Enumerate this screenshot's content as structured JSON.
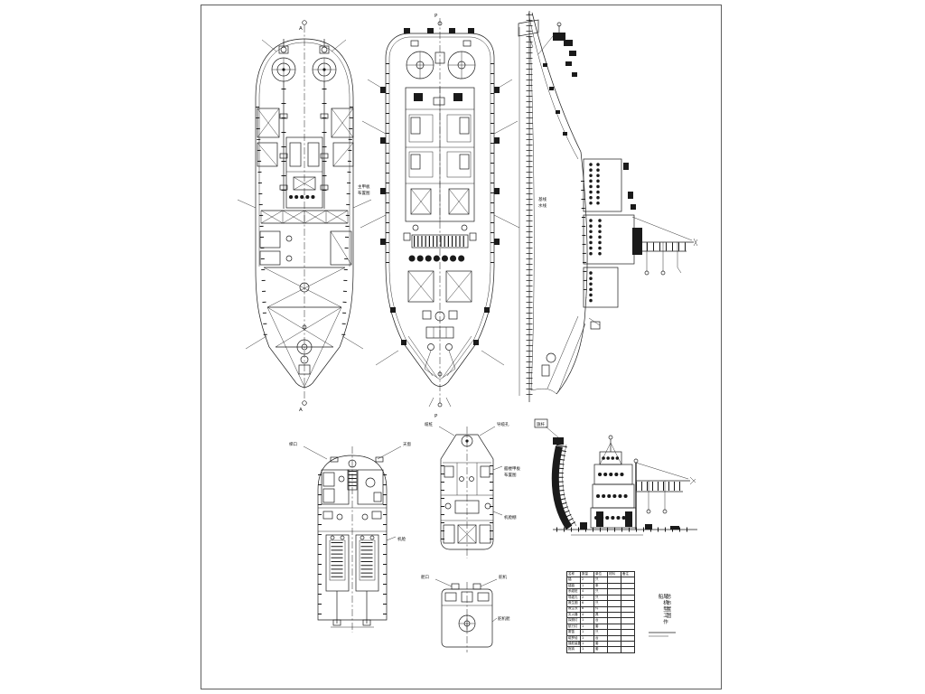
{
  "sheet": {
    "background": "#ffffff",
    "line_color": "#1a1a1a"
  },
  "view_markers": {
    "upper_plan_top": "A",
    "upper_plan_bottom": "A",
    "main_deck_top": "P",
    "main_deck_bottom": "P"
  },
  "captions": {
    "main_deck_label_1": "主甲板",
    "main_deck_label_2": "布置图",
    "profile_note_1": "基线",
    "profile_note_2": "水线",
    "engine_room_label": "机舱",
    "engine_leader_left": "梯口",
    "engine_leader_right": "天窗",
    "forecastle_label_1": "艏楼甲板",
    "forecastle_label_2": "布置图",
    "forecastle_label_3": "机舱棚",
    "forecastle_leader_left": "缆桩",
    "forecastle_leader_right": "导缆孔",
    "steering_label": "舵机舱",
    "steering_leader_left": "舱口",
    "steering_leader_right": "舵机",
    "bow_flag_note": "旗杆"
  },
  "title_block": {
    "line1": "尾机型工作船",
    "line2": "总布置图"
  },
  "table": {
    "headers": [
      "名称",
      "数量",
      "单位",
      "材料",
      "备注"
    ],
    "rows": [
      [
        "锚",
        "2",
        "只",
        "",
        ""
      ],
      [
        "锚链",
        "1",
        "条",
        "",
        ""
      ],
      [
        "系缆桩",
        "4",
        "只",
        "",
        ""
      ],
      [
        "导缆孔",
        "2",
        "只",
        "",
        ""
      ],
      [
        "救生圈",
        "6",
        "只",
        "",
        ""
      ],
      [
        "救生衣",
        "8",
        "件",
        "",
        ""
      ],
      [
        "灭火器",
        "4",
        "具",
        "",
        ""
      ],
      [
        "探照灯",
        "1",
        "台",
        "",
        ""
      ],
      [
        "航行灯",
        "1",
        "套",
        "",
        ""
      ],
      [
        "雾笛",
        "1",
        "只",
        "",
        ""
      ],
      [
        "磁罗经",
        "1",
        "台",
        "",
        ""
      ],
      [
        "操舵装置",
        "1",
        "套",
        "",
        ""
      ],
      [
        "拖钩",
        "1",
        "套",
        "",
        ""
      ]
    ]
  }
}
